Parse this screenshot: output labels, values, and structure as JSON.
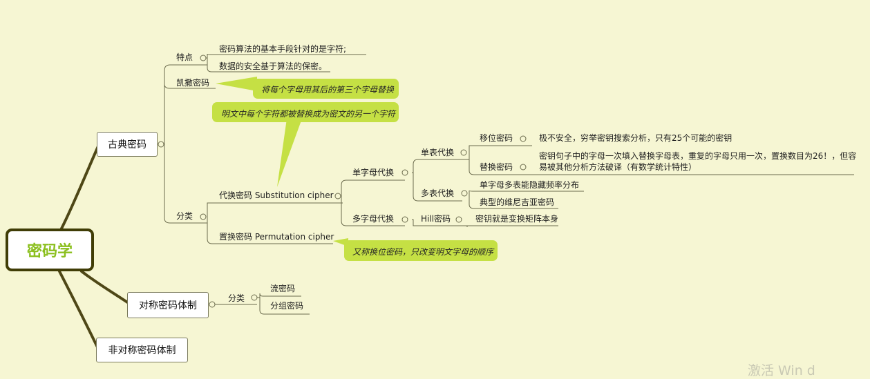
{
  "colors": {
    "background": "#f6f6d3",
    "branch": "#4e4716",
    "root_border": "#403d06",
    "root_text": "#8bbf1e",
    "callout": "#c5e044",
    "line": "#6b6b4d"
  },
  "root": "密码学",
  "classical": {
    "title": "古典密码",
    "features": {
      "label": "特点",
      "items": [
        "密码算法的基本手段针对的是字符;",
        "数据的安全基于算法的保密。"
      ]
    },
    "caesar": {
      "label": "凯撒密码",
      "note": "将每个字母用其后的第三个字母替换"
    },
    "classify": {
      "label": "分类",
      "substitution": {
        "label": "代换密码 Substitution cipher",
        "note": "明文中每个字符都被替换成为密文的另一个字符",
        "single_letter": {
          "label": "单字母代换",
          "monoalphabetic": {
            "label": "单表代换",
            "shift": {
              "label": "移位密码",
              "desc": "极不安全，穷举密钥搜索分析，只有25个可能的密钥"
            },
            "replace": {
              "label": "替换密码",
              "desc_line1": "密钥句子中的字母一次填入替换字母表，重复的字母只用一次，置换数目为26！，但容",
              "desc_line2": "易被其他分析方法破译（有数学统计特性）"
            }
          },
          "polyalphabetic": {
            "label": "多表代换",
            "items": [
              "单字母多表能隐藏频率分布",
              "典型的维尼吉亚密码"
            ]
          }
        },
        "multi_letter": {
          "label": "多字母代换",
          "hill": {
            "label": "Hill密码",
            "desc": "密钥就是变换矩阵本身"
          }
        }
      },
      "permutation": {
        "label": "置换密码 Permutation cipher",
        "note": "又称换位密码，只改变明文字母的顺序"
      }
    }
  },
  "symmetric": {
    "title": "对称密码体制",
    "classify": {
      "label": "分类",
      "items": [
        "流密码",
        "分组密码"
      ]
    }
  },
  "asymmetric": {
    "title": "非对称密码体制"
  },
  "watermark": "激活 Win d"
}
